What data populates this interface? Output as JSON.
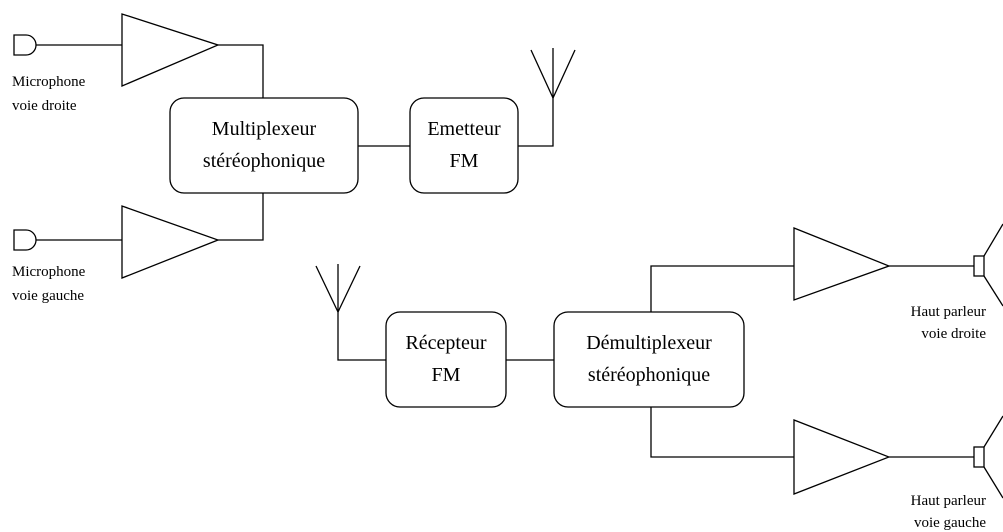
{
  "transmitter": {
    "mic_right": {
      "line1": "Microphone",
      "line2": "voie droite"
    },
    "mic_left": {
      "line1": "Microphone",
      "line2": "voie gauche"
    },
    "multiplexer": {
      "line1": "Multiplexeur",
      "line2": "stéréophonique"
    },
    "emitter": {
      "line1": "Emetteur",
      "line2": "FM"
    }
  },
  "receiver": {
    "receptor": {
      "line1": "Récepteur",
      "line2": "FM"
    },
    "demultiplexer": {
      "line1": "Démultiplexeur",
      "line2": "stéréophonique"
    },
    "speaker_right": {
      "line1": "Haut parleur",
      "line2": "voie droite"
    },
    "speaker_left": {
      "line1": "Haut parleur",
      "line2": "voie gauche"
    }
  }
}
